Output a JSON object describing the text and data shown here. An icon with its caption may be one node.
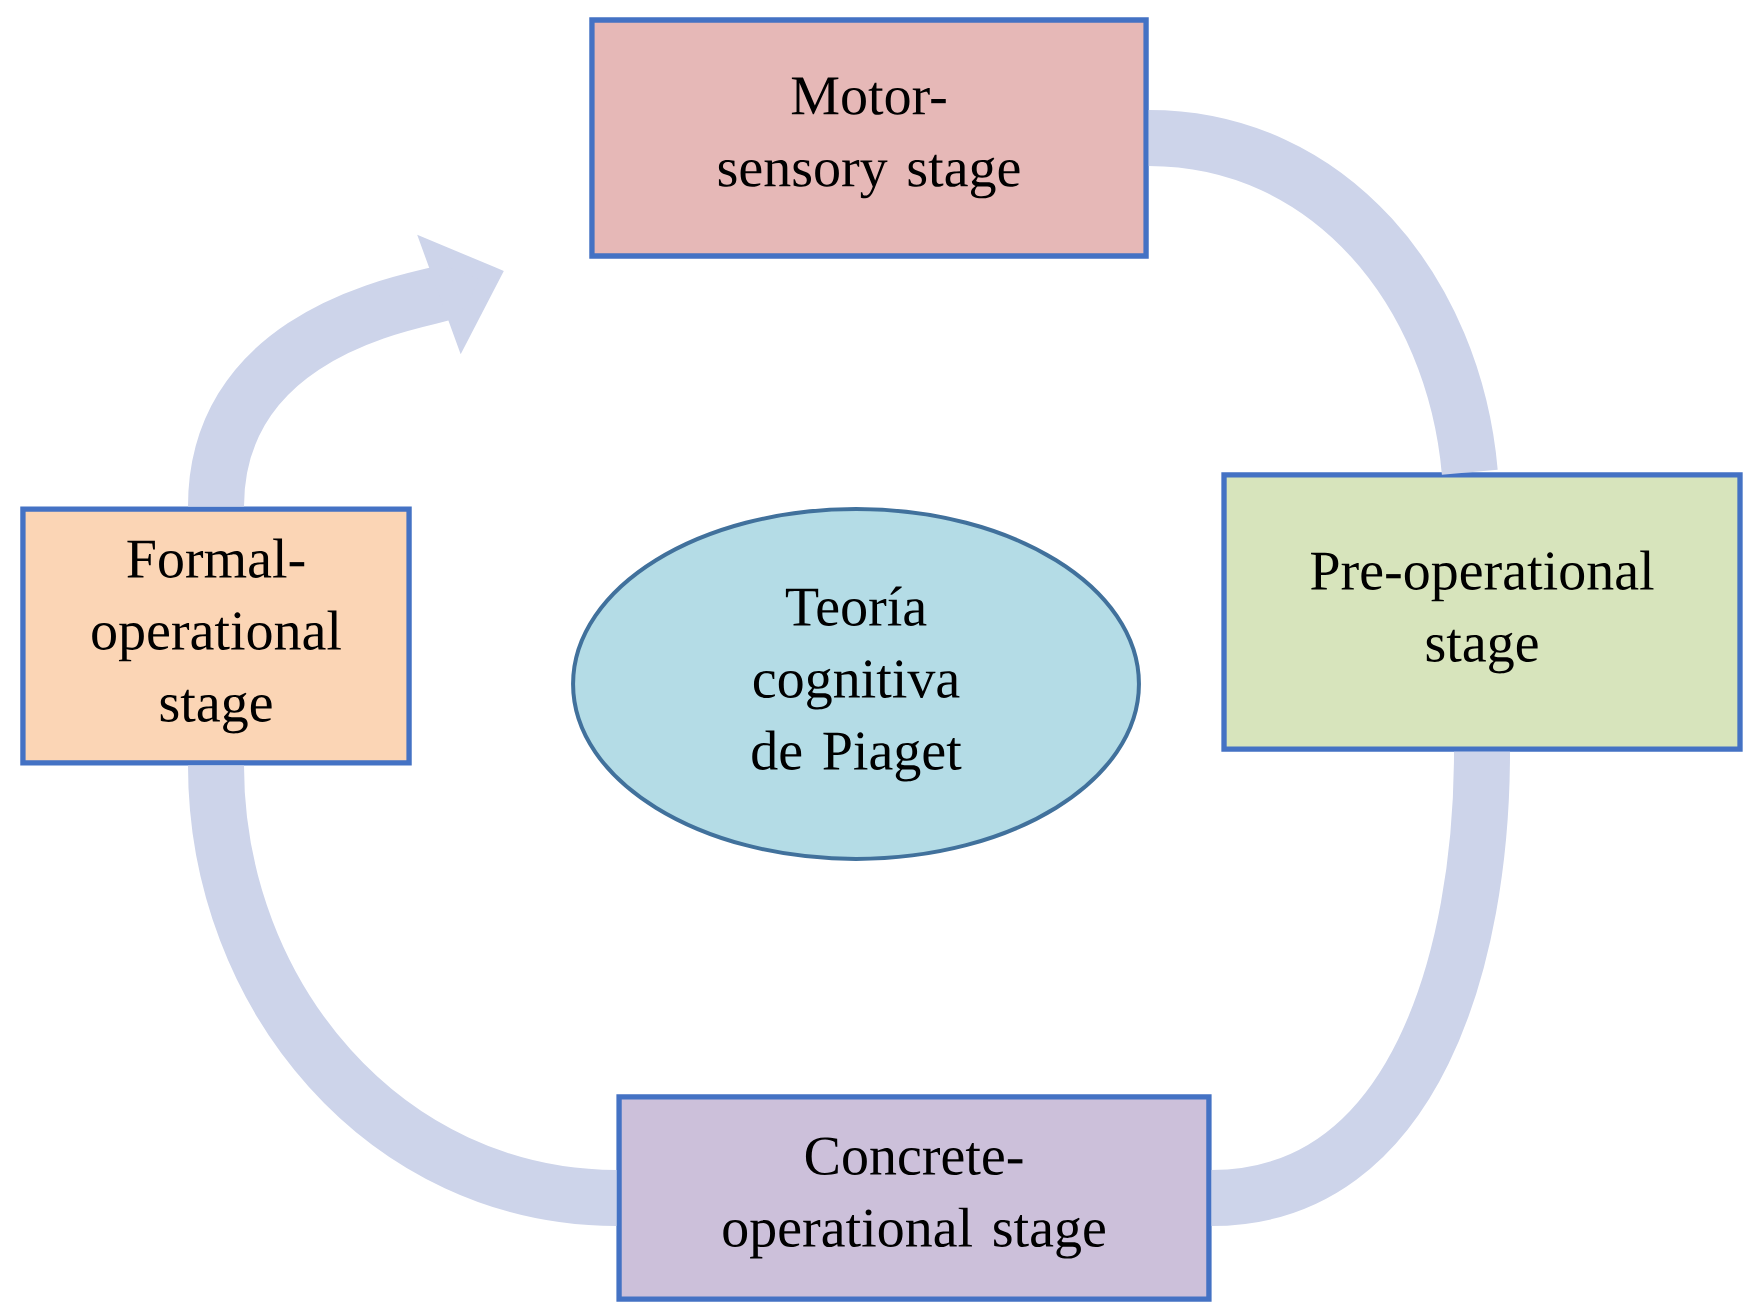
{
  "diagram": {
    "nodes": [
      {
        "text": [
          "Teoría cognitiva de Piaget"
        ]
      },
      {
        "text": [
          "Motor-sensory stage"
        ]
      },
      {
        "text": [
          "Pre-operational stage"
        ]
      },
      {
        "text": [
          "Concrete-operational stage"
        ]
      },
      {
        "text": [
          "Formal-operational stage"
        ]
      }
    ],
    "edges": [
      {
        "from": 1,
        "to": 2,
        "arrow": "none"
      },
      {
        "from": 2,
        "to": 3,
        "arrow": "none"
      },
      {
        "from": 3,
        "to": 4,
        "arrow": "none"
      },
      {
        "from": 4,
        "to": 1,
        "arrow": "to"
      }
    ]
  }
}
